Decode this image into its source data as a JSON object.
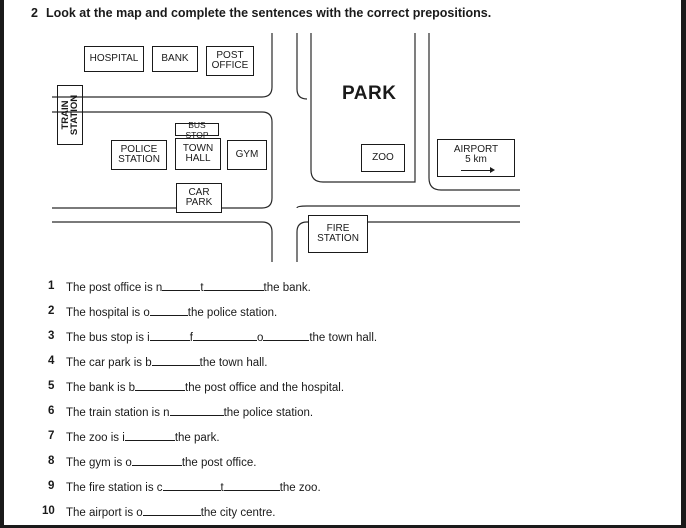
{
  "exercise": {
    "number": "2",
    "instruction": "Look at the map and complete the sentences with the correct prepositions."
  },
  "map": {
    "hospital": "HOSPITAL",
    "bank": "BANK",
    "post_office": "POST\nOFFICE",
    "park": "PARK",
    "train_station": "TRAIN\nSTATION",
    "bus_stop": "BUS STOP",
    "police_station": "POLICE\nSTATION",
    "town_hall": "TOWN\nHALL",
    "gym": "GYM",
    "zoo": "ZOO",
    "airport": "AIRPORT\n5 km",
    "car_park": "CAR\nPARK",
    "fire_station": "FIRE\nSTATION"
  },
  "sentences": [
    {
      "n": "1",
      "parts": [
        "The post office is n",
        "t",
        "the bank."
      ]
    },
    {
      "n": "2",
      "parts": [
        "The hospital is o",
        "the police station."
      ]
    },
    {
      "n": "3",
      "parts": [
        "The bus stop is i",
        "f",
        "o",
        "the town hall."
      ]
    },
    {
      "n": "4",
      "parts": [
        "The car park is b",
        "the town hall."
      ]
    },
    {
      "n": "5",
      "parts": [
        "The bank is b",
        "the post office and the hospital."
      ]
    },
    {
      "n": "6",
      "parts": [
        "The train station is n",
        "the police station."
      ]
    },
    {
      "n": "7",
      "parts": [
        "The zoo is i",
        "the park."
      ]
    },
    {
      "n": "8",
      "parts": [
        "The gym is o",
        "the post office."
      ]
    },
    {
      "n": "9",
      "parts": [
        "The fire station is c",
        "t",
        "the zoo."
      ]
    },
    {
      "n": "10",
      "parts": [
        "The airport is o",
        "the city centre."
      ]
    }
  ]
}
